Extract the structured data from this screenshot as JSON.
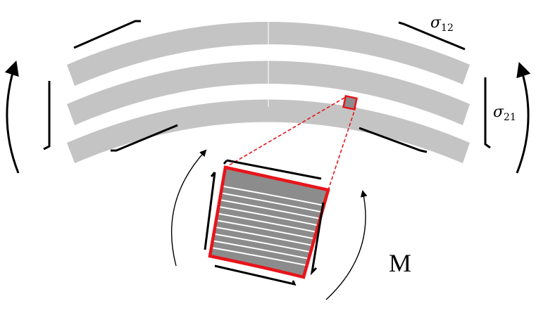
{
  "labels": {
    "shear_12": {
      "symbol": "σ",
      "sub": "12"
    },
    "shear_21": {
      "symbol": "σ",
      "sub": "21"
    },
    "moment": "M"
  },
  "colors": {
    "layer": "#c4c4c4",
    "block_fill": "#8c8c8c",
    "zoom_outline": "#e8141b",
    "arrow": "#000000"
  }
}
